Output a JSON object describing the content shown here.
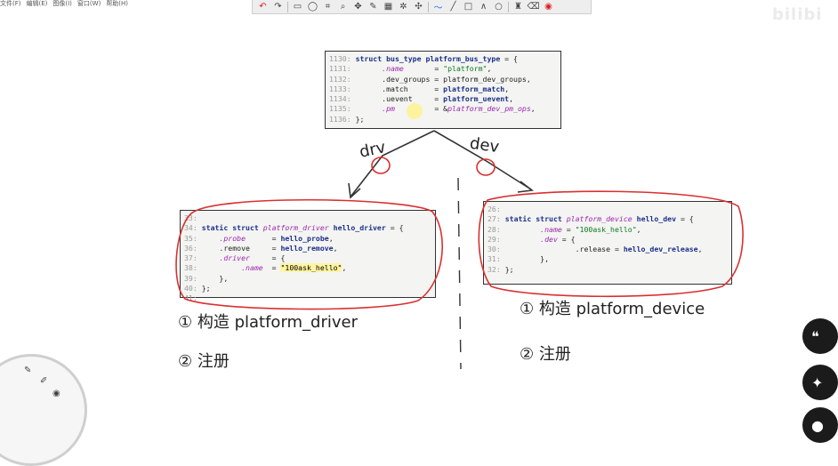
{
  "menubar": {
    "items": [
      "文件(F)",
      "编辑(E)",
      "图像(I)",
      "窗口(W)",
      "帮助(H)"
    ]
  },
  "toolbar": {
    "tools": [
      {
        "icon": "undo-arrow-icon",
        "glyph": "↶",
        "color": "red"
      },
      {
        "icon": "redo-arrow-icon",
        "glyph": "↷",
        "color": ""
      },
      {
        "icon": "rectangle-select-icon",
        "glyph": "▭",
        "color": ""
      },
      {
        "icon": "lasso-icon",
        "glyph": "◯",
        "color": ""
      },
      {
        "icon": "crop-icon",
        "glyph": "⌗",
        "color": ""
      },
      {
        "icon": "zoom-icon",
        "glyph": "⌕",
        "color": ""
      },
      {
        "icon": "move-icon",
        "glyph": "✥",
        "color": ""
      },
      {
        "icon": "pencil-icon",
        "glyph": "✎",
        "color": ""
      },
      {
        "icon": "mosaic-icon",
        "glyph": "▦",
        "color": ""
      },
      {
        "icon": "blur-icon",
        "glyph": "✲",
        "color": ""
      },
      {
        "icon": "sharpen-icon",
        "glyph": "✣",
        "color": ""
      },
      {
        "icon": "freehand-pen-icon",
        "glyph": "〜",
        "color": "blue"
      },
      {
        "icon": "line-icon",
        "glyph": "╱",
        "color": ""
      },
      {
        "icon": "rectangle-icon",
        "glyph": "□",
        "color": ""
      },
      {
        "icon": "polyline-icon",
        "glyph": "∧",
        "color": ""
      },
      {
        "icon": "ellipse-icon",
        "glyph": "○",
        "color": ""
      },
      {
        "icon": "stamp-icon",
        "glyph": "♜",
        "color": ""
      },
      {
        "icon": "eraser-icon",
        "glyph": "⌫",
        "color": ""
      },
      {
        "icon": "color-wheel-icon",
        "glyph": "◉",
        "color": "red"
      }
    ]
  },
  "watermark": "bilibi",
  "top_code": {
    "lines": [
      {
        "n": "1130:",
        "parts": [
          [
            "kw",
            "struct bus_type platform_bus_type"
          ],
          [
            "pln",
            " = {"
          ]
        ]
      },
      {
        "n": "1131:",
        "parts": [
          [
            "pln",
            "      "
          ],
          [
            "fld",
            ".name"
          ],
          [
            "pln",
            "       = "
          ],
          [
            "str",
            "\"platform\""
          ],
          [
            "pln",
            ","
          ]
        ]
      },
      {
        "n": "1132:",
        "parts": [
          [
            "pln",
            "      .dev_groups = platform_dev_groups,"
          ]
        ]
      },
      {
        "n": "1133:",
        "parts": [
          [
            "pln",
            "      .match      = "
          ],
          [
            "kw",
            "platform_match"
          ],
          [
            "pln",
            ","
          ]
        ]
      },
      {
        "n": "1134:",
        "parts": [
          [
            "pln",
            "      .uevent     = "
          ],
          [
            "kw",
            "platform_uevent"
          ],
          [
            "pln",
            ","
          ]
        ]
      },
      {
        "n": "1135:",
        "parts": [
          [
            "pln",
            "      "
          ],
          [
            "fld",
            ".pm"
          ],
          [
            "pln",
            "         = &"
          ],
          [
            "fld",
            "platform_dev_pm_ops"
          ],
          [
            "pln",
            ","
          ]
        ]
      },
      {
        "n": "1136:",
        "parts": [
          [
            "pln",
            "};"
          ]
        ]
      }
    ]
  },
  "driver_code": {
    "lines": [
      {
        "n": "33:",
        "parts": []
      },
      {
        "n": "34:",
        "parts": [
          [
            "kw",
            "static struct"
          ],
          [
            "pln",
            " "
          ],
          [
            "fld",
            "platform_driver"
          ],
          [
            "pln",
            " "
          ],
          [
            "kw",
            "hello_driver"
          ],
          [
            "pln",
            " = {"
          ]
        ]
      },
      {
        "n": "35:",
        "parts": [
          [
            "pln",
            "    "
          ],
          [
            "fld",
            ".probe"
          ],
          [
            "pln",
            "      = "
          ],
          [
            "kw",
            "hello_probe"
          ],
          [
            "pln",
            ","
          ]
        ]
      },
      {
        "n": "36:",
        "parts": [
          [
            "pln",
            "    .remove     = "
          ],
          [
            "kw",
            "hello_remove"
          ],
          [
            "pln",
            ","
          ]
        ]
      },
      {
        "n": "37:",
        "parts": [
          [
            "pln",
            "    "
          ],
          [
            "fld",
            ".driver"
          ],
          [
            "pln",
            "     = {"
          ]
        ]
      },
      {
        "n": "38:",
        "parts": [
          [
            "pln",
            "         "
          ],
          [
            "fld",
            ".name"
          ],
          [
            "pln",
            "  = "
          ],
          [
            "hl",
            "\"100ask_hello\""
          ],
          [
            "pln",
            ","
          ]
        ]
      },
      {
        "n": "39:",
        "parts": [
          [
            "pln",
            "    },"
          ]
        ]
      },
      {
        "n": "40:",
        "parts": [
          [
            "pln",
            "};"
          ]
        ]
      },
      {
        "n": "41:",
        "parts": []
      }
    ]
  },
  "device_code": {
    "lines": [
      {
        "n": "26:",
        "parts": []
      },
      {
        "n": "27:",
        "parts": [
          [
            "kw",
            "static struct"
          ],
          [
            "pln",
            " "
          ],
          [
            "fld",
            "platform_device"
          ],
          [
            "pln",
            " "
          ],
          [
            "kw",
            "hello_dev"
          ],
          [
            "pln",
            " = {"
          ]
        ]
      },
      {
        "n": "28:",
        "parts": [
          [
            "pln",
            "        "
          ],
          [
            "fld",
            ".name"
          ],
          [
            "pln",
            " = "
          ],
          [
            "str",
            "\"100ask_hello\""
          ],
          [
            "pln",
            ","
          ]
        ]
      },
      {
        "n": "29:",
        "parts": [
          [
            "pln",
            "        "
          ],
          [
            "fld",
            ".dev"
          ],
          [
            "pln",
            " = {"
          ]
        ]
      },
      {
        "n": "30:",
        "parts": [
          [
            "pln",
            "                .release = "
          ],
          [
            "kw",
            "hello_dev_release"
          ],
          [
            "pln",
            ","
          ]
        ]
      },
      {
        "n": "31:",
        "parts": [
          [
            "pln",
            "        },"
          ]
        ]
      },
      {
        "n": "32:",
        "parts": [
          [
            "pln",
            "};"
          ]
        ]
      }
    ]
  },
  "annotations": {
    "drv_label": "drv",
    "dev_label": "dev",
    "left_step1": "① 构造 platform_driver",
    "left_step2": "② 注册",
    "right_step1": "① 构造 platform_device",
    "right_step2": "② 注册"
  },
  "side_buttons": [
    {
      "icon": "chat-bubble-icon",
      "glyph": "❝"
    },
    {
      "icon": "sparkle-icon",
      "glyph": "✦"
    },
    {
      "icon": "more-icon",
      "glyph": "●"
    }
  ],
  "dial_tools": [
    {
      "icon": "pen-tool-icon",
      "glyph": "✎"
    },
    {
      "icon": "highlighter-icon",
      "glyph": "✐"
    },
    {
      "icon": "palette-icon",
      "glyph": "◉"
    }
  ],
  "colors": {
    "annotation_red": "#d93030",
    "ink": "#222222"
  }
}
